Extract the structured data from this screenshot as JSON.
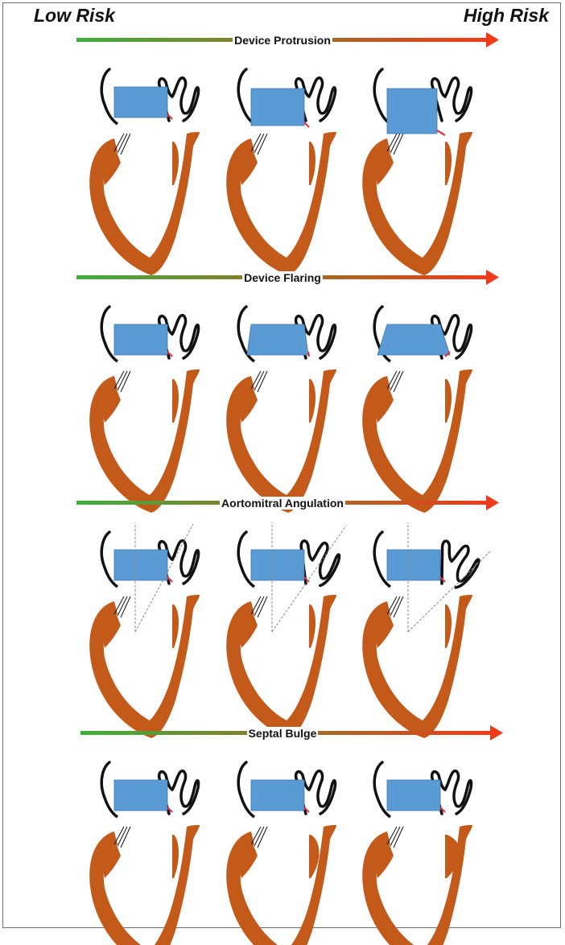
{
  "header": {
    "low_label": "Low Risk",
    "high_label": "High Risk"
  },
  "colors": {
    "myocardium": "#c45a1a",
    "device": "#5b9bd5",
    "low": "#3fae3f",
    "high": "#ef3b1a",
    "gap_marker": "#e0303a"
  },
  "panels": [
    {
      "id": "device-protrusion",
      "title": "Device Protrusion",
      "variants": [
        {
          "device_shape": "normal",
          "protrusion_level": 1
        },
        {
          "device_shape": "normal",
          "protrusion_level": 2
        },
        {
          "device_shape": "normal",
          "protrusion_level": 3
        }
      ]
    },
    {
      "id": "device-flaring",
      "title": "Device Flaring",
      "variants": [
        {
          "device_shape": "straight",
          "flare_level": 1
        },
        {
          "device_shape": "flared",
          "flare_level": 2
        },
        {
          "device_shape": "flared",
          "flare_level": 3
        }
      ]
    },
    {
      "id": "aortomitral-angulation",
      "title": "Aortomitral Angulation",
      "variants": [
        {
          "angle_level": 1,
          "show_angle_lines": true
        },
        {
          "angle_level": 2,
          "show_angle_lines": true
        },
        {
          "angle_level": 3,
          "show_angle_lines": true
        }
      ]
    },
    {
      "id": "septal-bulge",
      "title": "Septal Bulge",
      "variants": [
        {
          "bulge_level": 1
        },
        {
          "bulge_level": 2
        },
        {
          "bulge_level": 3
        }
      ]
    }
  ]
}
